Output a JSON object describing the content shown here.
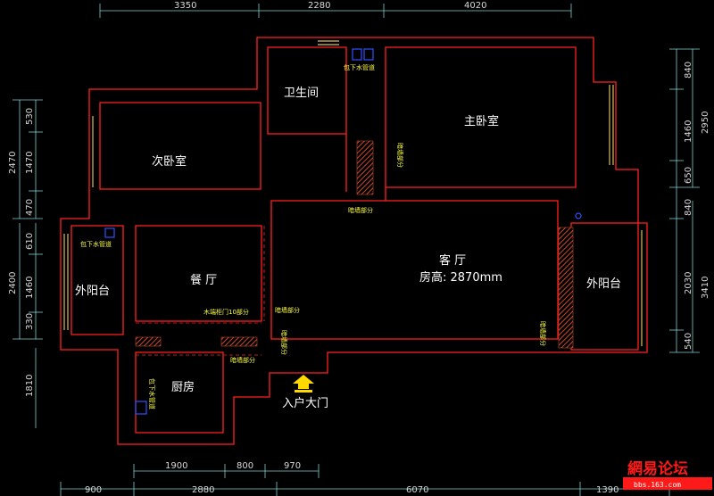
{
  "dimensions": {
    "top": [
      "3350",
      "2280",
      "4020"
    ],
    "bottom_inner": [
      "1900",
      "800",
      "970"
    ],
    "bottom_outer": [
      "900",
      "2880",
      "6070",
      "1390"
    ],
    "left_upper": [
      "530",
      "1470",
      "470",
      "2470"
    ],
    "left_lower": [
      "610",
      "1460",
      "330",
      "2400",
      "1810"
    ],
    "right": [
      "840",
      "1460",
      "650",
      "2950",
      "840",
      "2030",
      "540",
      "3410"
    ]
  },
  "rooms": {
    "bathroom": "卫生间",
    "master_bedroom": "主卧室",
    "second_bedroom": "次卧室",
    "living_room": "客 厅",
    "ceiling_height": "房高: 2870mm",
    "dining_room": "餐 厅",
    "kitchen": "厨房",
    "balcony_west": "外阳台",
    "balcony_east": "外阳台",
    "entrance": "入户大门"
  },
  "notes": {
    "pipe_bathroom": "包下水管道",
    "pipe_balcony": "包下水管道",
    "pipe_kitchen": "包下水管道",
    "corridor_hidden": "暗墙部分",
    "stair_hidden": "暗墙部分",
    "cabinet_hidden": "木端柜门10部分",
    "living_hidden": "暗墙部分",
    "kitchen_hidden": "暗墙部分",
    "wall_right": "暗墙部分",
    "wall_left": "暗墙部分"
  },
  "watermark": {
    "brand": "網易论坛",
    "url": "bbs.163.com"
  },
  "colors": {
    "wall": "#ff2020",
    "dimension": "#d8d8d8",
    "note": "#ffff40",
    "window": "#d8c060",
    "fixture": "#3050ff",
    "hatch": "#c84a2a",
    "entry_arrow": "#ffd800"
  }
}
